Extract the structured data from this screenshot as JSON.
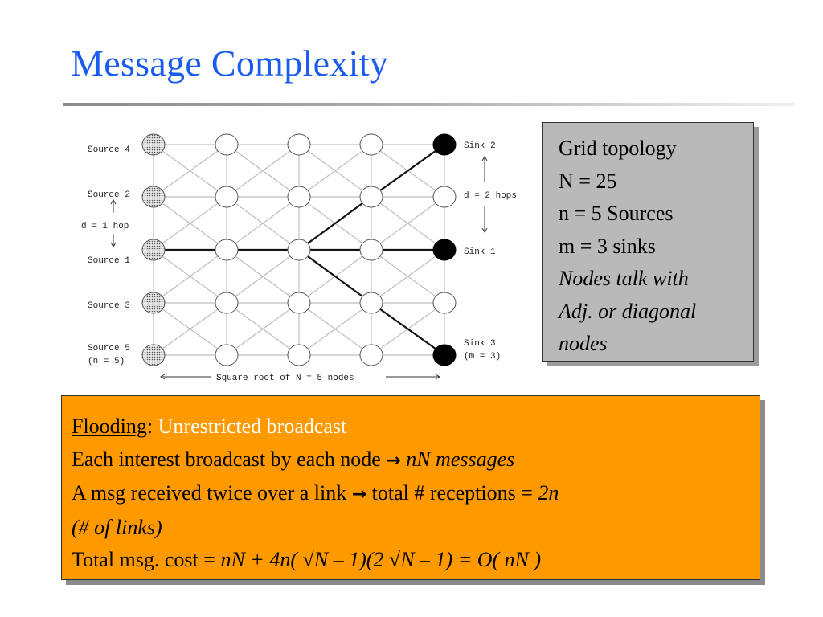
{
  "title": "Message Complexity",
  "diagram": {
    "source_labels": [
      {
        "text": "Source 4"
      },
      {
        "text": "Source 2"
      },
      {
        "text": "Source 1"
      },
      {
        "text": "Source 3"
      },
      {
        "text": "Source 5"
      },
      {
        "text": "(n = 5)"
      }
    ],
    "sink_labels": [
      {
        "text": "Sink 2"
      },
      {
        "text": "Sink 1"
      },
      {
        "text": "Sink 3"
      },
      {
        "text": "(m = 3)"
      }
    ],
    "ds_label": "d = 2 hops",
    "dd_label": "d = 1 hop",
    "bottom_label": "Square root of N = 5 nodes"
  },
  "info_box": {
    "line1": "Grid topology",
    "line2": "N = 25",
    "line3": "n = 5 Sources",
    "line4": "m = 3 sinks",
    "line5": "Nodes talk with",
    "line6": "Adj. or diagonal",
    "line7": "nodes"
  },
  "flooding_box": {
    "term": "Flooding",
    "colon": ": ",
    "term_desc": "Unrestricted broadcast",
    "line2_text": "Each interest broadcast by each node ",
    "arrow": "→",
    "line2_result": " nN messages",
    "line3_text": "A msg received twice over a link ",
    "line3_text2": " total # receptions = ",
    "line3_result": "2n",
    "line4": "(# of links)",
    "line5_text": "Total msg. cost = ",
    "line5_formula": "nN + 4n( √N – 1)(2 √N – 1) = O( nN )"
  },
  "colors": {
    "title": "#1a5cf0",
    "flood_bg": "#ff9900",
    "info_bg": "#b9b9b9"
  }
}
